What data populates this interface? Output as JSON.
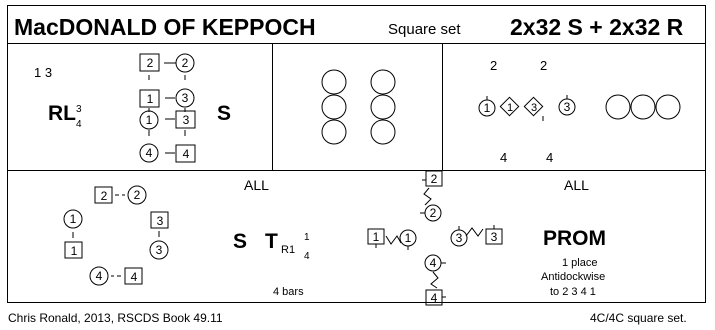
{
  "header": {
    "title": "MacDONALD OF KEPPOCH",
    "set_type": "Square set",
    "formation": "2x32 S + 2x32 R"
  },
  "bar1": {
    "left_top": "1 3",
    "figure_main": "RL",
    "figure_sup": "3",
    "figure_sub": "4",
    "right_letter": "S",
    "couple_tokens": [
      "2",
      "2",
      "1",
      "3",
      "1",
      "3",
      "4",
      "4"
    ]
  },
  "bar2": {
    "circles": 6
  },
  "bar3": {
    "top_labels": [
      "2",
      "2"
    ],
    "bottom_labels": [
      "4",
      "4"
    ],
    "tokens": [
      "1",
      "1",
      "3",
      "3"
    ]
  },
  "bar4": {
    "top": "ALL",
    "letter_s": "S",
    "letter_t": "T",
    "t_sub": "R1",
    "t_sup": "1",
    "t_sub2": "4",
    "bars": "4 bars",
    "ring_tokens": [
      "2",
      "2",
      "1",
      "3",
      "1",
      "3",
      "4",
      "4"
    ]
  },
  "bar5": {
    "tokens": [
      "2",
      "2",
      "1",
      "1",
      "3",
      "3",
      "4",
      "4"
    ]
  },
  "bar6": {
    "top": "ALL",
    "title": "PROM",
    "line1": "1 place",
    "line2": "Antidockwise",
    "line3": "to  2 3 4 1"
  },
  "footer": {
    "left": "Chris Ronald, 2013, RSCDS Book 49.11",
    "right": "4C/4C  square set."
  }
}
